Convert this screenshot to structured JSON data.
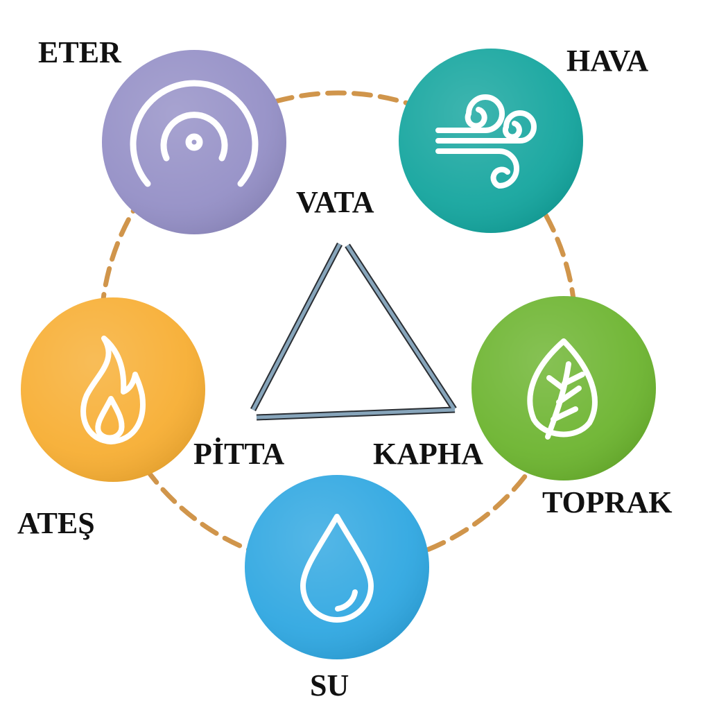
{
  "elements": {
    "eter": {
      "label": "ETER",
      "color": "#948fc6",
      "icon": "ether-icon"
    },
    "hava": {
      "label": "HAVA",
      "color": "#14a59e",
      "icon": "wind-icon"
    },
    "toprak": {
      "label": "TOPRAK",
      "color": "#6cb42f",
      "icon": "leaf-icon"
    },
    "su": {
      "label": "SU",
      "color": "#2fa7e1",
      "icon": "water-drop-icon"
    },
    "ates": {
      "label": "ATEŞ",
      "color": "#f7ae33",
      "icon": "flame-icon"
    }
  },
  "doshas": {
    "vata": "VATA",
    "pitta": "PİTTA",
    "kapha": "KAPHA"
  },
  "colors": {
    "dash": "#d0954b",
    "triangle_fill": "#87a5bb",
    "triangle_stroke": "#2a2e33"
  }
}
